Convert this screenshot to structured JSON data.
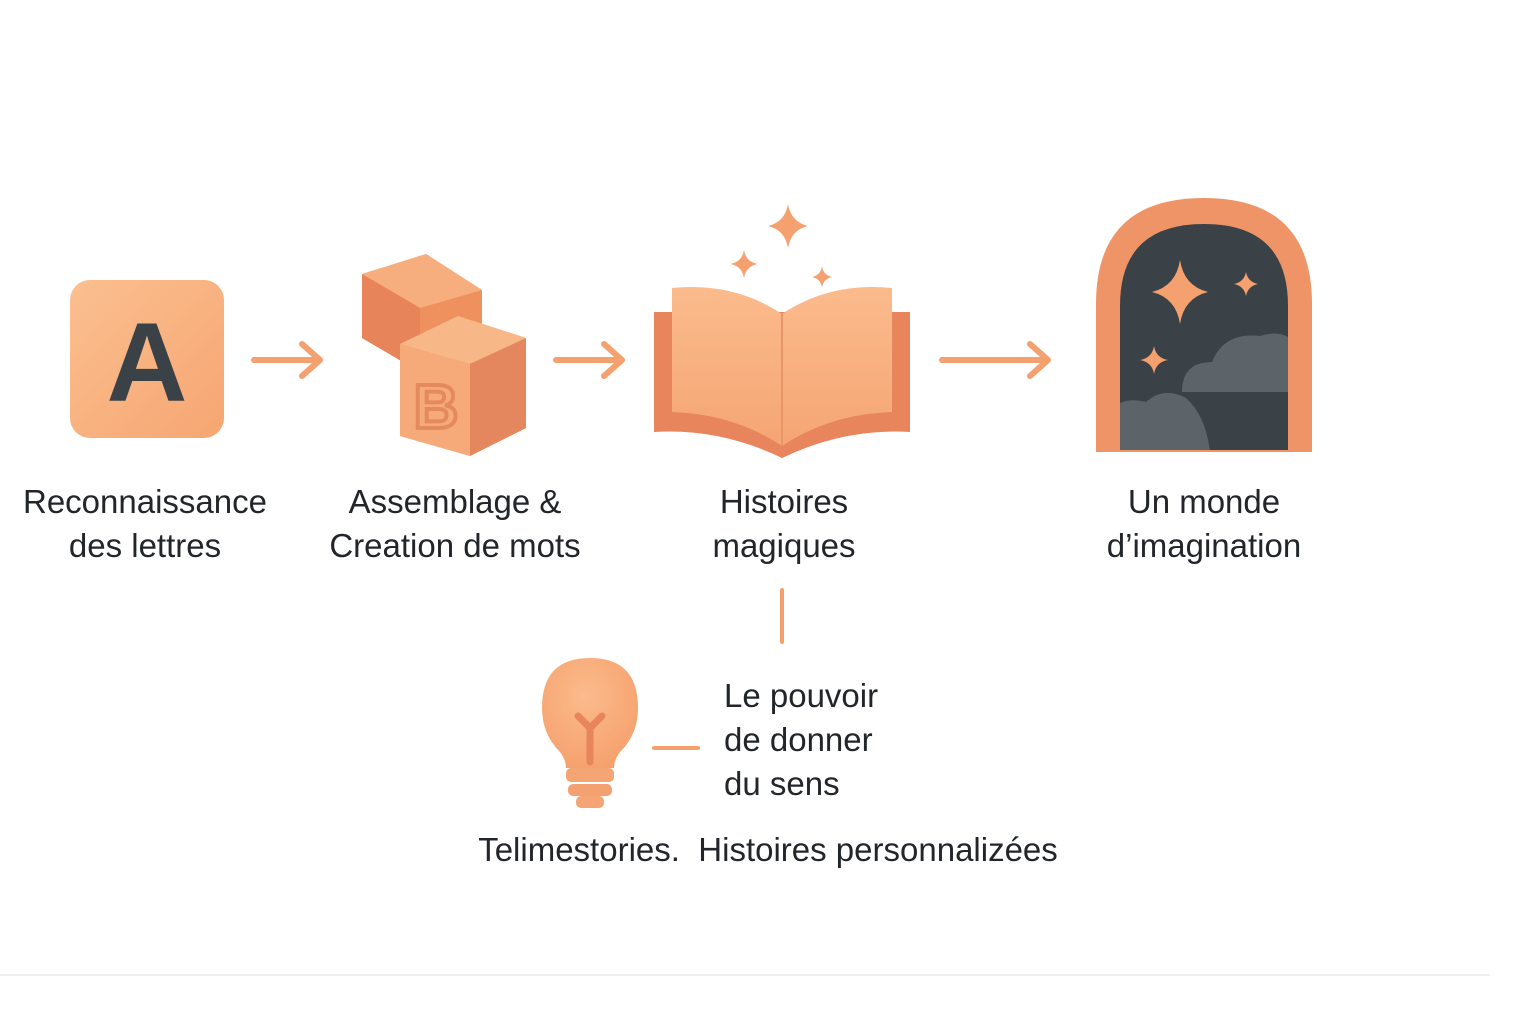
{
  "colors": {
    "accent": "#f4a06f",
    "accent_dark": "#e7885e",
    "accent_light": "#fbbb8c",
    "dark": "#3b4247",
    "cloud": "#5c6469"
  },
  "steps": [
    {
      "icon": "letter-a-tile-icon",
      "icon_letter": "A",
      "line1": "Reconnaissance",
      "line2": "des lettres"
    },
    {
      "icon": "letter-blocks-icon",
      "icon_letter": "B",
      "line1": "Assemblage &",
      "line2": "Creation de mots"
    },
    {
      "icon": "open-book-icon",
      "line1": "Histoires",
      "line2": "magiques"
    },
    {
      "icon": "arch-portal-icon",
      "line1": "Un monde",
      "line2": "d’imagination"
    }
  ],
  "insight": {
    "icon": "lightbulb-icon",
    "line1": "Le pouvoir",
    "line2": "de donner",
    "line3": "du sens"
  },
  "footer": {
    "brand": "Telimestories.",
    "tagline": "Histoires personnalizées"
  }
}
